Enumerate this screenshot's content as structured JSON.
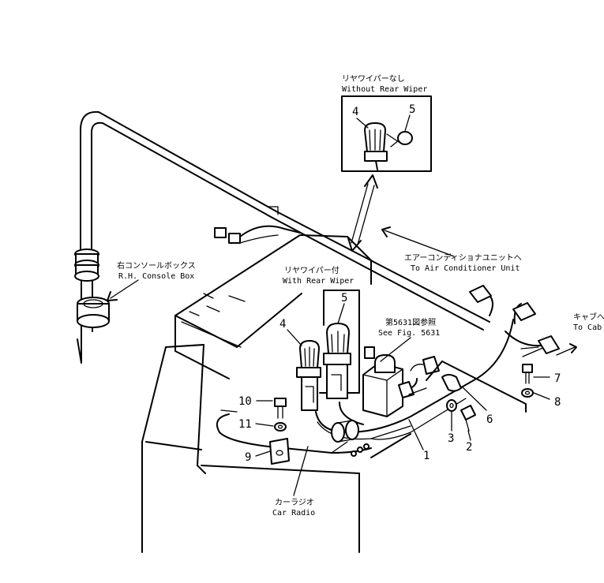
{
  "callouts": {
    "without_rear_wiper_jp": "リヤワイパーなし",
    "without_rear_wiper_en": "Without Rear Wiper",
    "with_rear_wiper_jp": "リヤワイパー付",
    "with_rear_wiper_en": "With Rear Wiper",
    "console_box_jp": "右コンソールボックス",
    "console_box_en": "R.H. Console Box",
    "air_conditioner_jp": "エアーコンディショナユニットへ",
    "air_conditioner_en": "To Air Conditioner Unit",
    "see_fig_jp": "第5631図参照",
    "see_fig_en": "See Fig. 5631",
    "to_cab_jp": "キャブへ",
    "to_cab_en": "To Cab",
    "car_radio_jp": "カーラジオ",
    "car_radio_en": "Car Radio"
  },
  "part_numbers": {
    "p1": "1",
    "p2": "2",
    "p3": "3",
    "p4": "4",
    "p5": "5",
    "p6": "6",
    "p7": "7",
    "p8": "8",
    "p9": "9",
    "p10": "10",
    "p11": "11",
    "inset_p4": "4",
    "inset_p5": "5",
    "with_p4": "4",
    "with_p5": "5"
  }
}
